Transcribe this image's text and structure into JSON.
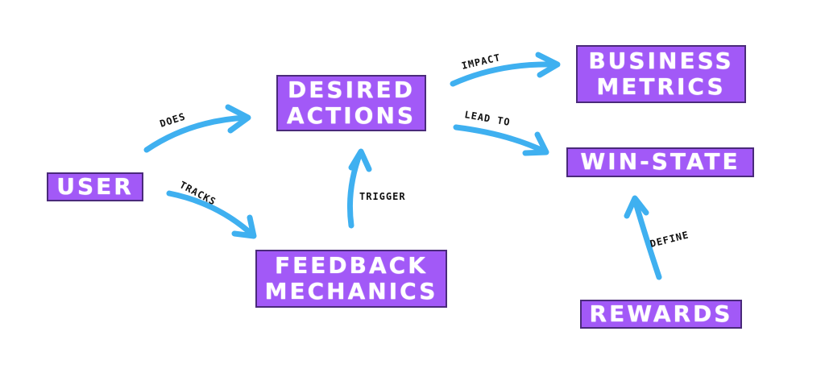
{
  "nodes": {
    "user": {
      "lines": [
        "USER"
      ]
    },
    "desired_actions": {
      "lines": [
        "DESIRED",
        "ACTIONS"
      ]
    },
    "feedback_mechanics": {
      "lines": [
        "FEEDBACK",
        "MECHANICS"
      ]
    },
    "business_metrics": {
      "lines": [
        "BUSINESS",
        "METRICS"
      ]
    },
    "win_state": {
      "lines": [
        "WIN-STATE"
      ]
    },
    "rewards": {
      "lines": [
        "REWARDS"
      ]
    }
  },
  "edges": {
    "does": "DOES",
    "tracks": "TRACKS",
    "trigger": "TRIGGER",
    "impact": "IMPACT",
    "lead_to": "LEAD TO",
    "define": "DEFINE"
  },
  "colors": {
    "node_fill": "#a259f7",
    "node_border": "#4a2a7a",
    "arrow": "#3fb0f0"
  }
}
